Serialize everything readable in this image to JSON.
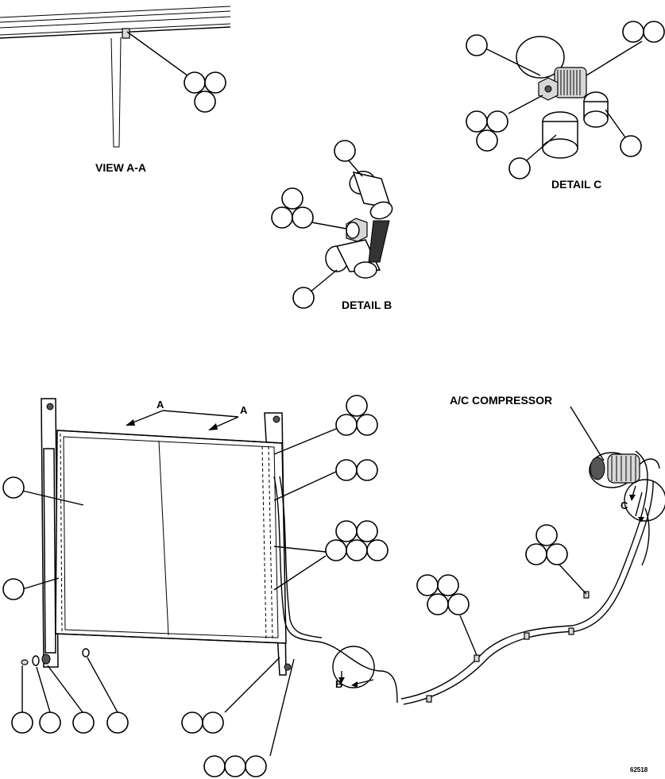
{
  "labels": {
    "view_aa": "VIEW A-A",
    "detail_b": "DETAIL B",
    "detail_c": "DETAIL C",
    "compressor": "A/C COMPRESSOR",
    "section_a_left": "A",
    "section_a_right": "A",
    "marker_b": "B",
    "marker_c": "C",
    "figure_number": "62518"
  }
}
